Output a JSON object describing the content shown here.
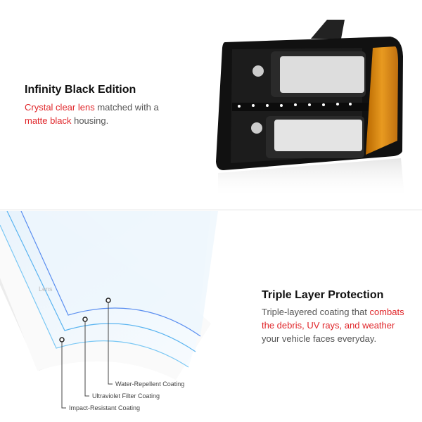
{
  "section1": {
    "title": "Infinity Black Edition",
    "body": [
      {
        "text": "Crystal clear lens",
        "highlight": true
      },
      {
        "text": " matched with a ",
        "highlight": false
      },
      {
        "text": "matte black",
        "highlight": true
      },
      {
        "text": " housing.",
        "highlight": false
      }
    ]
  },
  "section2": {
    "title": "Triple Layer Protection",
    "body": [
      {
        "text": "Triple-layered coating that ",
        "highlight": false
      },
      {
        "text": "combats the debris, UV rays, and weather",
        "highlight": true
      },
      {
        "text": " your vehicle faces everyday.",
        "highlight": false
      }
    ]
  },
  "diagram": {
    "lens_label": "Lens",
    "labels": [
      "Water-Repellent Coating",
      "Ultraviolet Filter Coating",
      "Impact-Resistant Coating"
    ]
  },
  "colors": {
    "accent": "#e0262a",
    "amber": "#e08a10",
    "coating_blue": "#5aa8f0"
  }
}
